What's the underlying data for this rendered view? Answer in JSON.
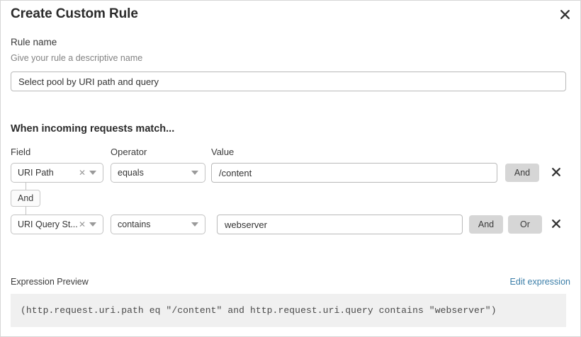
{
  "modal": {
    "title": "Create Custom Rule",
    "close_icon": "close-icon"
  },
  "rule_name": {
    "label": "Rule name",
    "help": "Give your rule a descriptive name",
    "value": "Select pool by URI path and query",
    "placeholder": "Enter rule name"
  },
  "match_section": {
    "heading": "When incoming requests match...",
    "columns": {
      "field": "Field",
      "operator": "Operator",
      "value": "Value"
    },
    "rows": [
      {
        "field": "URI Path",
        "operator": "equals",
        "value": "/content",
        "value_placeholder": "Enter value",
        "logic_buttons": [
          "And"
        ],
        "delete_icon": "close-icon"
      },
      {
        "field": "URI Query St...",
        "operator": "contains",
        "value": "webserver",
        "value_placeholder": "Enter value",
        "logic_buttons": [
          "And",
          "Or"
        ],
        "delete_icon": "close-icon"
      }
    ],
    "connector": "And",
    "clear_icon": "clear-x-icon",
    "caret_icon": "chevron-down-icon"
  },
  "expression_preview": {
    "label": "Expression Preview",
    "edit_link": "Edit expression",
    "code": "(http.request.uri.path eq \"/content\" and http.request.uri.query contains \"webserver\")"
  },
  "colors": {
    "link": "#3b7ea8",
    "logic_button_bg": "#d6d6d6",
    "code_bg": "#f0f0f0",
    "border": "#c2c2c2"
  }
}
